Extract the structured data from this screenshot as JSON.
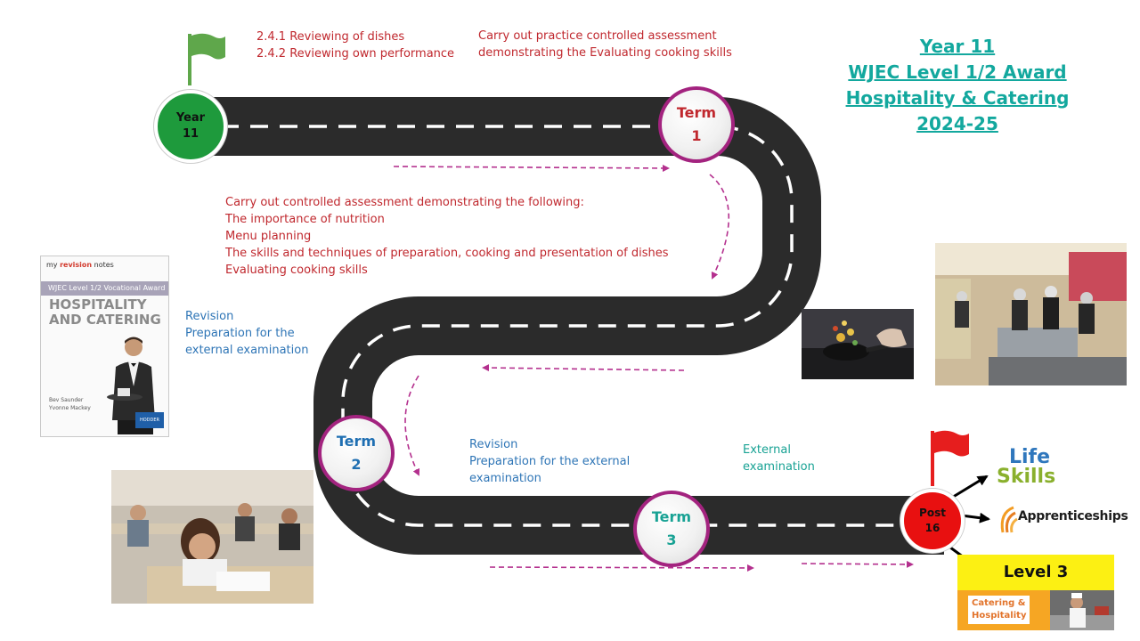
{
  "title": {
    "line1": "Year 11",
    "line2": "WJEC Level 1/2 Award",
    "line3": "Hospitality & Catering",
    "line4": "2024-25"
  },
  "nodes": {
    "start": {
      "line1": "Year",
      "line2": "11"
    },
    "term1": {
      "line1": "Term",
      "line2": "1"
    },
    "term2": {
      "line1": "Term",
      "line2": "2"
    },
    "term3": {
      "line1": "Term",
      "line2": "3"
    },
    "end": {
      "line1": "Post",
      "line2": "16"
    }
  },
  "notes": {
    "units": [
      "2.4.1 Reviewing of dishes",
      "2.4.2 Reviewing own performance"
    ],
    "practice": [
      "Carry out practice controlled assessment",
      "demonstrating the Evaluating cooking skills"
    ],
    "controlled": [
      "Carry out controlled assessment demonstrating the following:",
      "The importance of nutrition",
      "Menu planning",
      "The skills and techniques of preparation, cooking and presentation of dishes",
      "Evaluating cooking skills"
    ],
    "revision_left": [
      "Revision",
      "Preparation for the",
      "external examination"
    ],
    "revision_bottom": [
      "Revision",
      "Preparation for the external",
      "examination"
    ],
    "external": [
      "External",
      "examination"
    ]
  },
  "book": {
    "series": "my revision notes",
    "series_brand": "revision",
    "band": "WJEC Level 1/2 Vocational Award",
    "title_line1": "HOSPITALITY",
    "title_line2": "AND CATERING",
    "authors": [
      "Bev Saunder",
      "Yvonne Mackey"
    ],
    "publisher": "HODDER"
  },
  "outcomes": {
    "life_1": "Life",
    "life_2": "Skills",
    "apprenticeships": "Apprenticeships",
    "level3": "Level 3",
    "catering_1": "Catering &",
    "catering_2": "Hospitality"
  },
  "colors": {
    "road": "#2b2b2b",
    "term_ring": "#a3237f",
    "arrow": "#b4308e",
    "title": "#13a89e",
    "red_text": "#c0282e",
    "blue_text": "#2e75b6",
    "teal_text": "#18a294",
    "start_node": "#1e9a3c",
    "end_node": "#e81010",
    "flag_green": "#5fa74b",
    "flag_red": "#e61e1e",
    "level3_bg": "#fcf013"
  },
  "icons": {
    "start_flag": "green-flag-icon",
    "end_flag": "red-flag-icon"
  }
}
